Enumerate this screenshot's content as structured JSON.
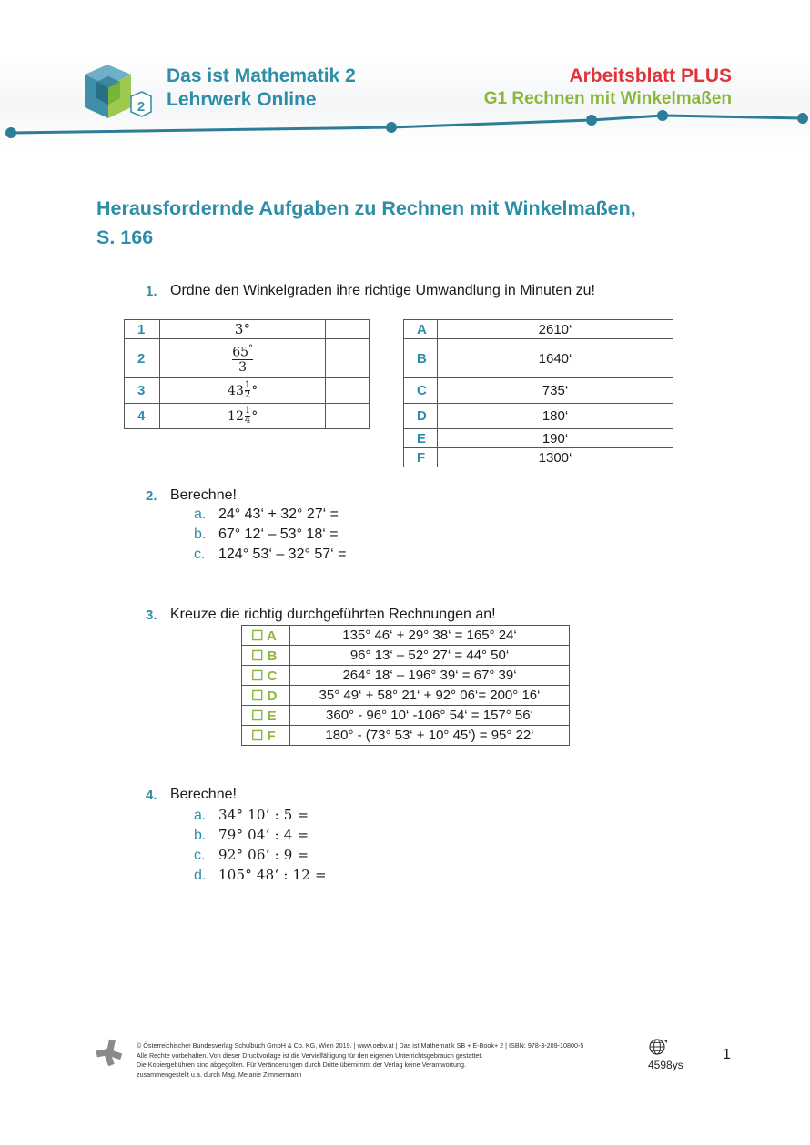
{
  "header": {
    "brand_line1": "Das ist Mathematik 2",
    "brand_line2": "Lehrwerk Online",
    "sheet_type": "Arbeitsblatt PLUS",
    "sheet_topic": "G1 Rechnen mit Winkelmaßen",
    "logo_number": "2"
  },
  "title": {
    "line1": "Herausfordernde Aufgaben zu Rechnen mit Winkelmaßen,",
    "line2": "S. 166"
  },
  "task1": {
    "number": "1.",
    "text": "Ordne den Winkelgraden ihre richtige Umwandlung in Minuten zu!",
    "left_table": [
      {
        "label": "1",
        "expr": "3°"
      },
      {
        "label": "2",
        "num": "65",
        "sup": "°",
        "den": "3"
      },
      {
        "label": "3",
        "whole": "43",
        "fn": "1",
        "fd": "2",
        "deg": "°"
      },
      {
        "label": "4",
        "whole": "12",
        "fn": "1",
        "fd": "4",
        "deg": "°"
      }
    ],
    "right_table": [
      {
        "label": "A",
        "value": "2610‘"
      },
      {
        "label": "B",
        "value": "1640‘"
      },
      {
        "label": "C",
        "value": "735‘"
      },
      {
        "label": "D",
        "value": "180‘"
      },
      {
        "label": "E",
        "value": "190‘"
      },
      {
        "label": "F",
        "value": "1300‘"
      }
    ]
  },
  "task2": {
    "number": "2.",
    "text": "Berechne!",
    "items": [
      {
        "letter": "a.",
        "expr": "24° 43‘ + 32° 27‘ ="
      },
      {
        "letter": "b.",
        "expr": "67° 12‘ – 53° 18‘ ="
      },
      {
        "letter": "c.",
        "expr": "124° 53‘ – 32° 57‘ ="
      }
    ]
  },
  "task3": {
    "number": "3.",
    "text": "Kreuze die richtig durchgeführten Rechnungen an!",
    "rows": [
      {
        "option": "☐ A",
        "expr": "135° 46‘ + 29° 38‘ = 165° 24‘"
      },
      {
        "option": "☐ B",
        "expr": "96° 13‘ – 52° 27‘ = 44° 50‘"
      },
      {
        "option": "☐ C",
        "expr": "264° 18‘ – 196° 39‘ = 67° 39‘"
      },
      {
        "option": "☐ D",
        "expr": "35° 49‘ + 58° 21‘ + 92° 06‘= 200° 16‘"
      },
      {
        "option": "☐ E",
        "expr": "360° - 96° 10‘ -106° 54‘ = 157° 56‘"
      },
      {
        "option": "☐ F",
        "expr": "180° - (73° 53‘ + 10° 45‘) = 95° 22‘"
      }
    ]
  },
  "task4": {
    "number": "4.",
    "text": "Berechne!",
    "items": [
      {
        "letter": "a.",
        "expr": "34° 10‘ : 5 ="
      },
      {
        "letter": "b.",
        "expr": "79° 04‘ : 4 ="
      },
      {
        "letter": "c.",
        "expr": "92° 06‘ : 9 ="
      },
      {
        "letter": "d.",
        "expr": "105° 48‘ : 12 ="
      }
    ]
  },
  "footer": {
    "line1": "© Österreichischer Bundesverlag Schulbuch GmbH & Co. KG, Wien 2019. | www.oebv.at | Das ist Mathematik SB + E-Book+ 2 | ISBN: 978-3-209-10800-5",
    "line2": "Alle Rechte vorbehalten. Von dieser Druckvorlage ist die Vervielfältigung für den eigenen Unterrichtsgebrauch gestattet.",
    "line3": "Die Kopiergebühren sind abgegolten. Für Veränderungen durch Dritte übernimmt der Verlag keine Verantwortung.",
    "line4": "zusammengestellt u.a. durch Mag. Melanie Zimmermann",
    "code": "4598ys",
    "page_number": "1"
  },
  "colors": {
    "teal": "#2e8ea8",
    "red": "#e0343a",
    "green": "#8ab63c"
  }
}
